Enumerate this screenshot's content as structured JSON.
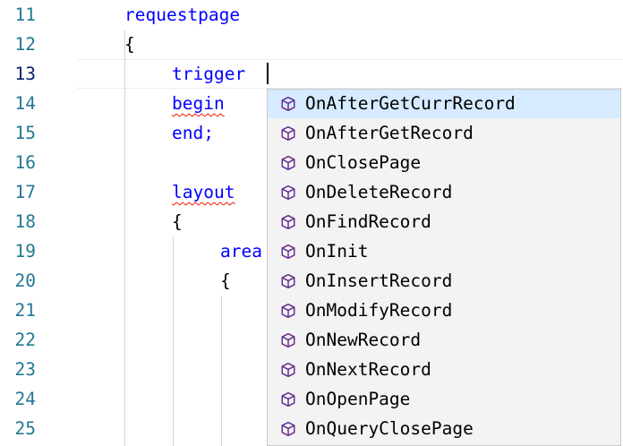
{
  "editor": {
    "line_numbers": [
      "11",
      "12",
      "13",
      "14",
      "15",
      "16",
      "17",
      "18",
      "19",
      "20",
      "21",
      "22",
      "23",
      "24",
      "25"
    ],
    "active_line": "13",
    "lines": {
      "l11": "requestpage",
      "l12": "{",
      "l13": "trigger",
      "l14": "begin",
      "l15": "end;",
      "l17": "layout",
      "l18": "{",
      "l19": "area",
      "l20": "{"
    }
  },
  "suggest": {
    "icon": "event-cube-icon",
    "icon_color": "#652d90",
    "selected_bg": "#d6ebff",
    "items": [
      "OnAfterGetCurrRecord",
      "OnAfterGetRecord",
      "OnClosePage",
      "OnDeleteRecord",
      "OnFindRecord",
      "OnInit",
      "OnInsertRecord",
      "OnModifyRecord",
      "OnNewRecord",
      "OnNextRecord",
      "OnOpenPage",
      "OnQueryClosePage"
    ]
  }
}
